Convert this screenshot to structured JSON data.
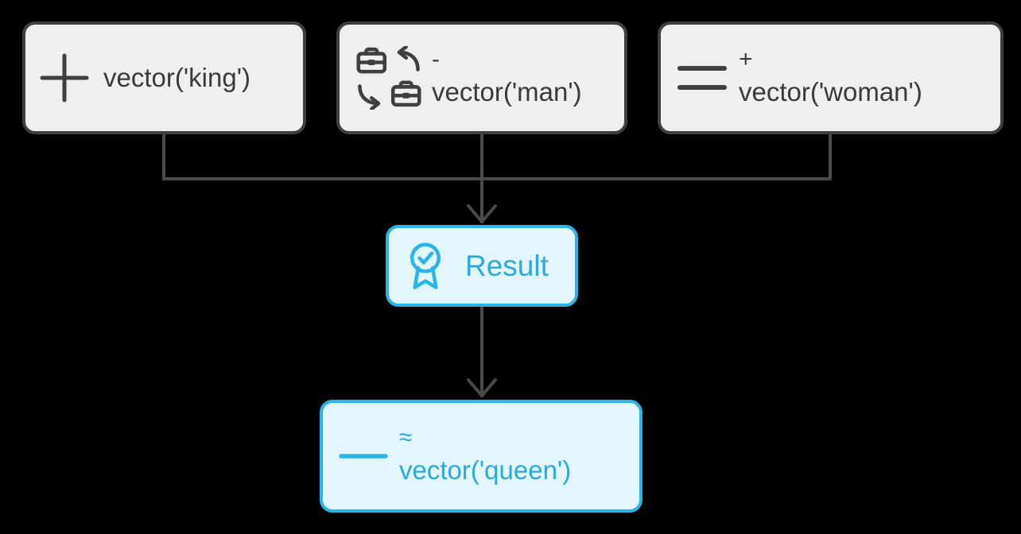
{
  "diagram": {
    "background": "#000000",
    "line_color": "#4a4a4a",
    "node_default": {
      "fill": "#efefef",
      "border": "#3f3f3f",
      "text": "#3a3a3a"
    },
    "node_accent": {
      "fill": "#e4f6fd",
      "border": "#29b5e8",
      "text": "#29a9e0"
    },
    "nodes": {
      "king": {
        "icon": "plus-icon",
        "label": "vector('king')"
      },
      "man": {
        "icon": "swap-briefcases-icon",
        "operator": "-",
        "label": "vector('man')"
      },
      "woman": {
        "icon": "equals-icon",
        "operator": "+",
        "label": "vector('woman')"
      },
      "result": {
        "icon": "award-icon",
        "label": "Result"
      },
      "queen": {
        "icon": "dash-icon",
        "operator": "≈",
        "label": "vector('queen')"
      }
    },
    "edges": [
      {
        "from": "king",
        "to": "join-bar"
      },
      {
        "from": "man",
        "to": "result",
        "arrow": true
      },
      {
        "from": "woman",
        "to": "join-bar"
      },
      {
        "from": "result",
        "to": "queen",
        "arrow": true
      }
    ]
  }
}
